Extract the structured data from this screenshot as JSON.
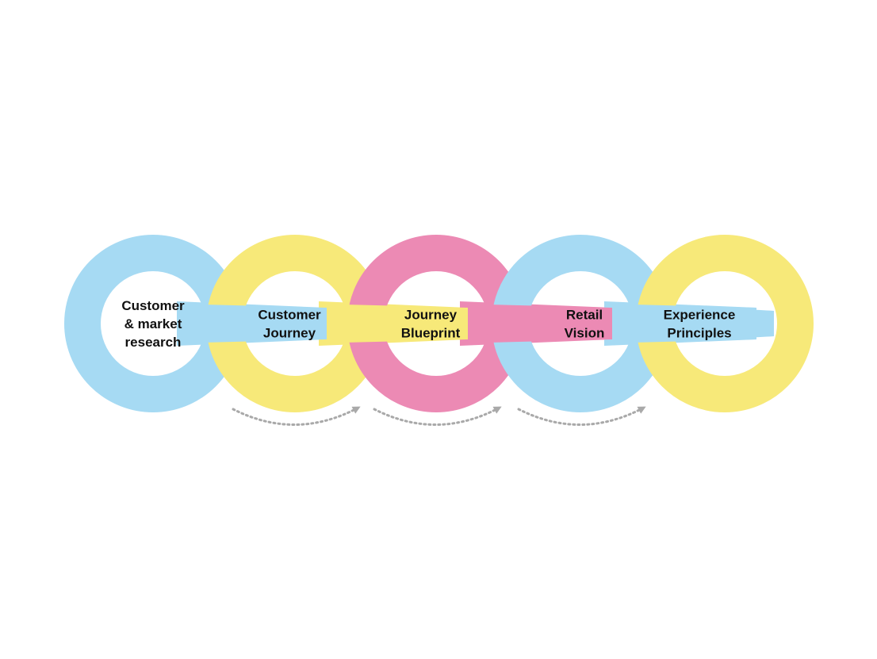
{
  "diagram": {
    "colors": {
      "blue": "#a6daf3",
      "yellow": "#f7e979",
      "pink": "#ec8ab4",
      "arrow": "#a9a9a9",
      "text": "#111111",
      "background": "#ffffff"
    },
    "rings": [
      {
        "id": "research",
        "color": "blue",
        "label_lines": [
          "Customer",
          "& market",
          "research"
        ]
      },
      {
        "id": "journey",
        "color": "yellow",
        "label_lines": [
          "Customer",
          "Journey"
        ]
      },
      {
        "id": "blueprint",
        "color": "pink",
        "label_lines": [
          "Journey",
          "Blueprint"
        ]
      },
      {
        "id": "vision",
        "color": "blue",
        "label_lines": [
          "Retail",
          "Vision"
        ]
      },
      {
        "id": "principles",
        "color": "yellow",
        "label_lines": [
          "Experience",
          "Principles"
        ]
      }
    ],
    "arrows": [
      {
        "from": "journey",
        "to": "blueprint",
        "style": "dotted"
      },
      {
        "from": "blueprint",
        "to": "vision",
        "style": "dotted"
      },
      {
        "from": "vision",
        "to": "principles",
        "style": "dotted"
      }
    ]
  }
}
